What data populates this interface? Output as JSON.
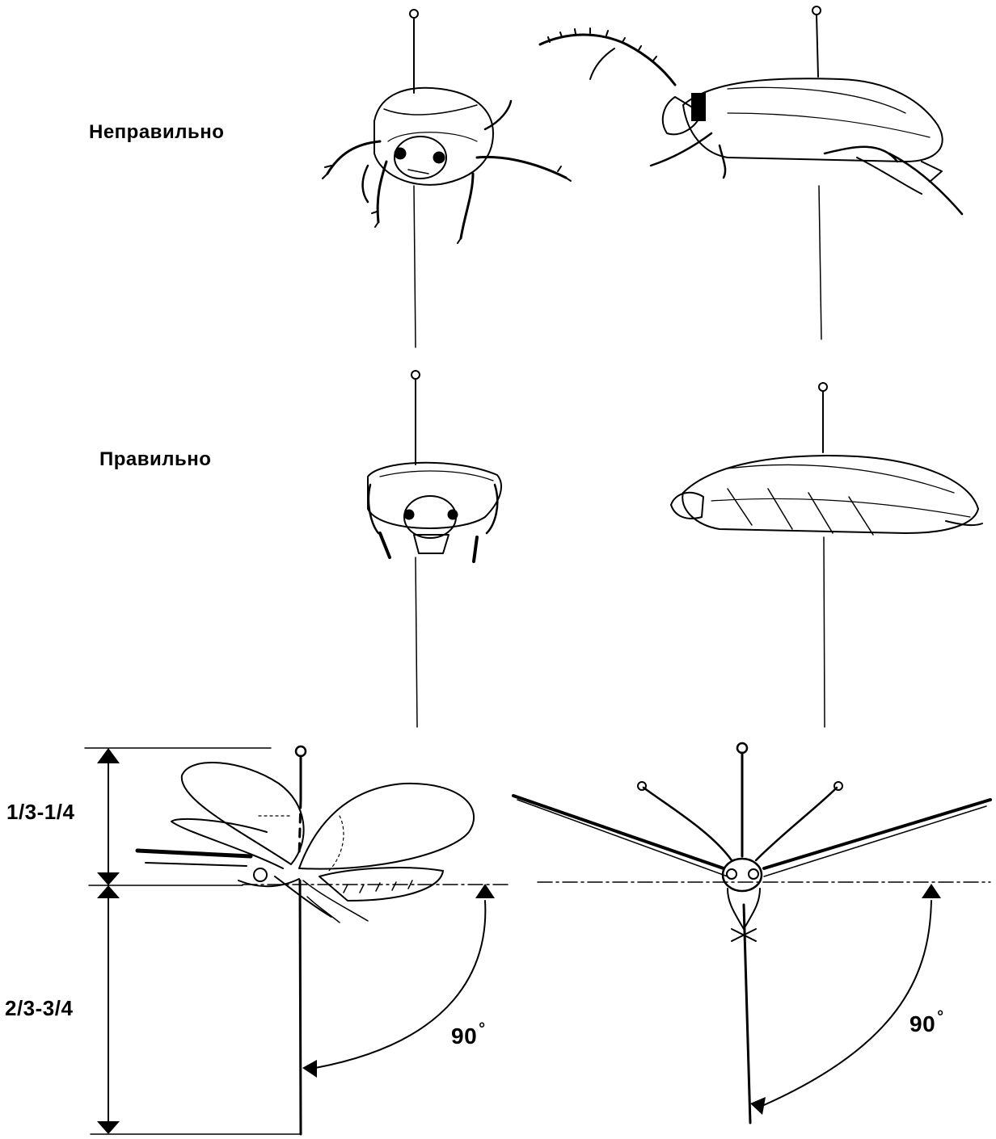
{
  "labels": {
    "wrong": "Неправильно",
    "right": "Правильно"
  },
  "dimensions": {
    "upper": "1/3-1/4",
    "lower": "2/3-3/4"
  },
  "angles": {
    "left": {
      "value": "90",
      "unit": "°"
    },
    "right": {
      "value": "90",
      "unit": "°"
    }
  },
  "colors": {
    "ink": "#000000",
    "paper": "#ffffff"
  }
}
